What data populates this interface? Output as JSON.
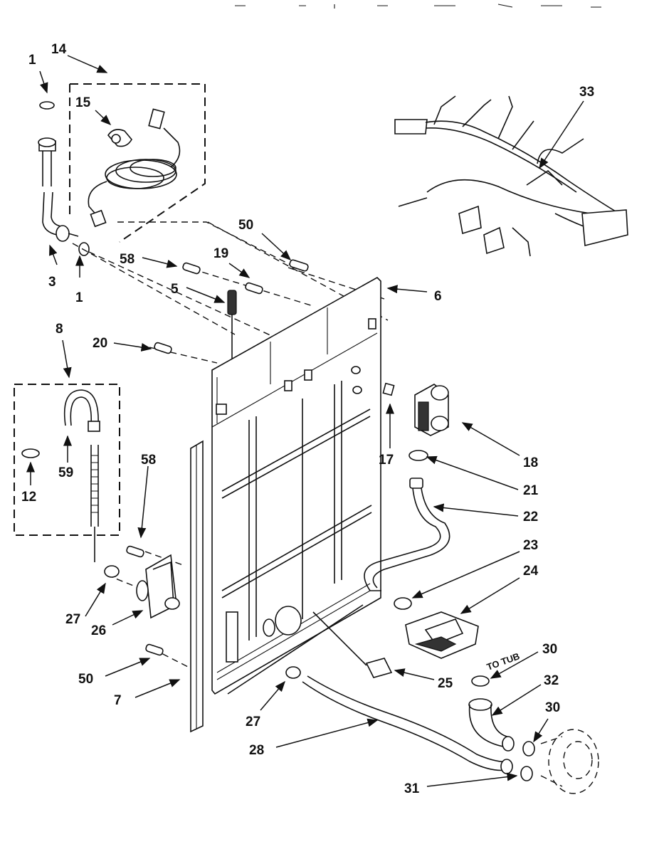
{
  "labels": {
    "p1a": "1",
    "p14": "14",
    "p15": "15",
    "p3": "3",
    "p1b": "1",
    "p58a": "58",
    "p19": "19",
    "p50a": "50",
    "p5": "5",
    "p6": "6",
    "p33": "33",
    "p8": "8",
    "p20": "20",
    "p59": "59",
    "p12": "12",
    "p58b": "58",
    "p17": "17",
    "p18": "18",
    "p21": "21",
    "p22": "22",
    "p23": "23",
    "p24": "24",
    "p27a": "27",
    "p26": "26",
    "p50b": "50",
    "p7": "7",
    "p25": "25",
    "p27b": "27",
    "p28": "28",
    "p30a": "30",
    "p32": "32",
    "p30b": "30",
    "p31": "31"
  },
  "callouts": {
    "to_tub": "TO TUB"
  }
}
